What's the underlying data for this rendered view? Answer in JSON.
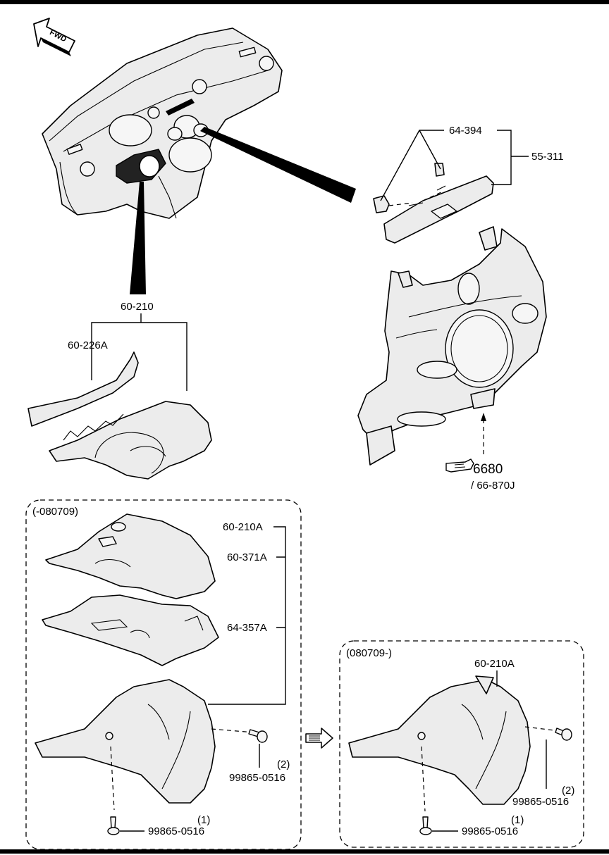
{
  "labels": {
    "fwd": "FWD",
    "p_64_394": "64-394",
    "p_55_311": "55-311",
    "p_60_210": "60-210",
    "p_60_226A": "60-226A",
    "ref_6680": "6680",
    "ref_66_870J": "/ 66-870J",
    "box_left_title": "(-080709)",
    "box_right_title": "(080709-)",
    "left_60_210A": "60-210A",
    "left_60_371A": "60-371A",
    "left_64_357A": "64-357A",
    "left_qty2": "(2)",
    "left_screw2": "99865-0516",
    "left_qty1": "(1)",
    "left_screw1": "99865-0516",
    "right_60_210A": "60-210A",
    "right_qty2": "(2)",
    "right_screw2": "99865-0516",
    "right_qty1": "(1)",
    "right_screw1": "99865-0516"
  },
  "icons": {
    "fwd_arrow": "fwd-arrow-icon",
    "reference_hand": "pointing-hand-icon",
    "transition_arrow": "right-arrow-icon"
  },
  "colors": {
    "line": "#000000",
    "part_fill": "#ececec",
    "background": "#ffffff"
  }
}
